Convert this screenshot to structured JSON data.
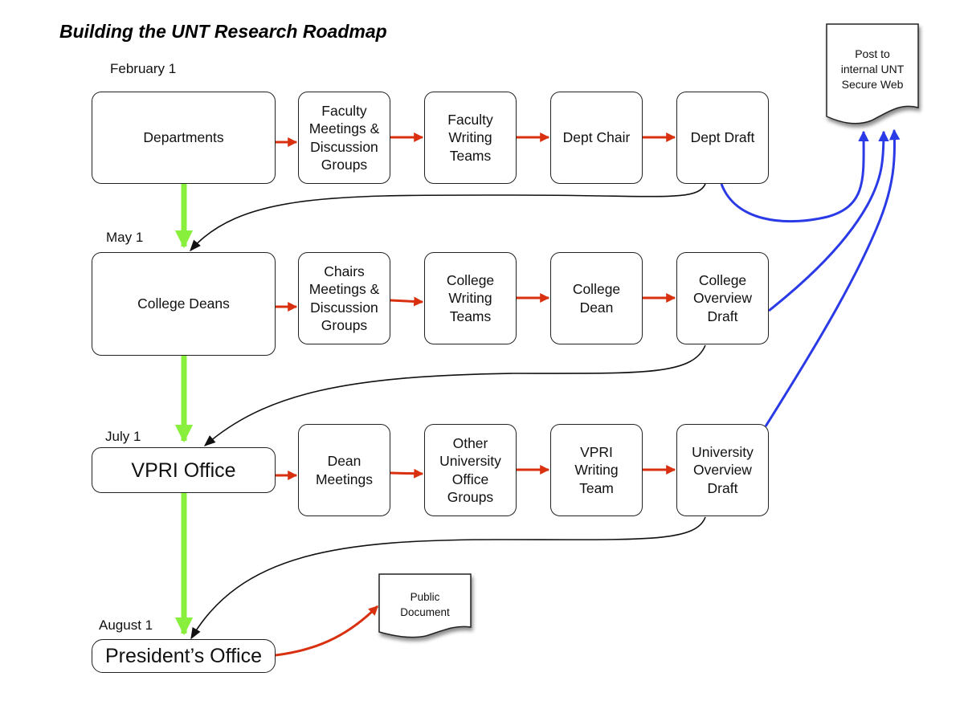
{
  "title": "Building the UNT Research Roadmap",
  "colors": {
    "timeline_arrow": "#88f03c",
    "process_arrow": "#d9300f",
    "feedback_arrow": "#111111",
    "publish_arrow": "#2a3ae6",
    "node_border": "#222222"
  },
  "stages": [
    {
      "date": "February 1",
      "lead": "Departments",
      "steps": [
        "Faculty\nMeetings &\nDiscussion\nGroups",
        "Faculty\nWriting\nTeams",
        "Dept Chair",
        "Dept Draft"
      ]
    },
    {
      "date": "May 1",
      "lead": "College Deans",
      "steps": [
        "Chairs\nMeetings &\nDiscussion\nGroups",
        "College\nWriting\nTeams",
        "College\nDean",
        "College\nOverview\nDraft"
      ]
    },
    {
      "date": "July 1",
      "lead": "VPRI Office",
      "steps": [
        "Dean\nMeetings",
        "Other\nUniversity\nOffice\nGroups",
        "VPRI\nWriting\nTeam",
        "University\nOverview\nDraft"
      ]
    },
    {
      "date": "August 1",
      "lead": "President’s Office",
      "steps": []
    }
  ],
  "documents": {
    "secure_web": "Post to\ninternal UNT\nSecure Web",
    "public": "Public\nDocument"
  }
}
